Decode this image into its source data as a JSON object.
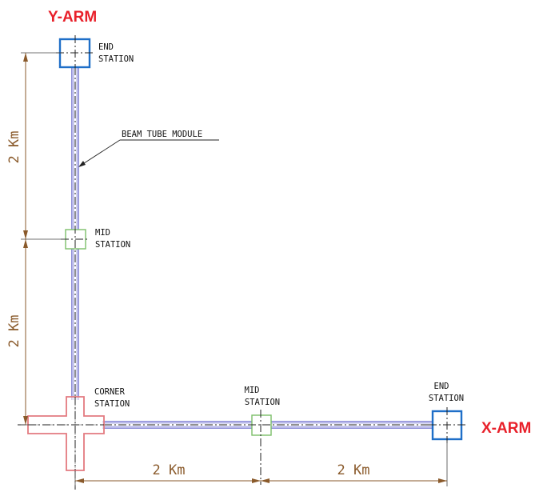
{
  "labels": {
    "y_arm": "Y-ARM",
    "x_arm": "X-ARM",
    "beam_tube": "BEAM TUBE MODULE",
    "y_end_station": [
      "END",
      "STATION"
    ],
    "y_mid_station": [
      "MID",
      "STATION"
    ],
    "corner_station": [
      "CORNER",
      "STATION"
    ],
    "x_mid_station": [
      "MID",
      "STATION"
    ],
    "x_end_station": [
      "END",
      "STATION"
    ]
  },
  "dimensions": {
    "y_upper": "2 Km",
    "y_lower": "2 Km",
    "x_left": "2 Km",
    "x_right": "2 Km"
  },
  "colors": {
    "arm_label": "#e8202a",
    "end_station": "#1f6fc8",
    "mid_station": "#7cbf6a",
    "corner_station": "#e37a80",
    "beam_tube": "#b9b9ea",
    "dimension": "#8a5a2b"
  }
}
